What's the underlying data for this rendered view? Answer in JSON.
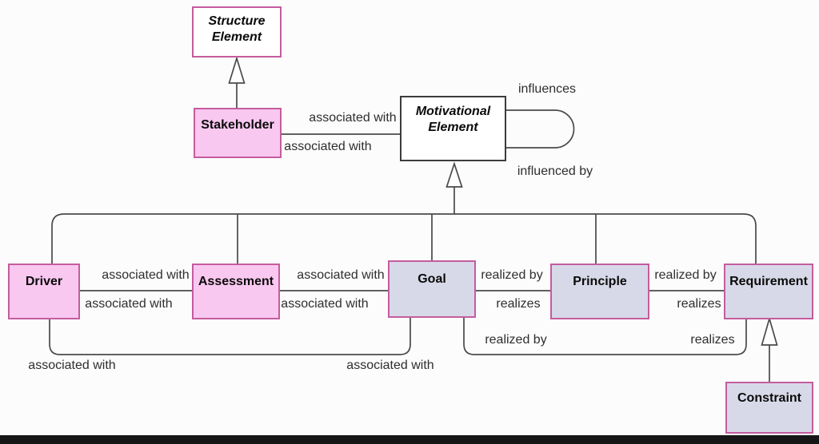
{
  "colors": {
    "pink_fill": "#f9c8f0",
    "pink_border": "#c45c9e",
    "lavender_fill": "#d8d9e8",
    "dark_border": "#3c3c3c",
    "line": "#4a4a4a",
    "label_text": "#2e2e2e",
    "node_text": "#0a0a0a",
    "background": "#fcfcfc",
    "bottom_bar": "#161616"
  },
  "nodes": {
    "structure_element": {
      "label": "Structure\nElement"
    },
    "stakeholder": {
      "label": "Stakeholder"
    },
    "motivational_element": {
      "label": "Motivational\nElement"
    },
    "driver": {
      "label": "Driver"
    },
    "assessment": {
      "label": "Assessment"
    },
    "goal": {
      "label": "Goal"
    },
    "principle": {
      "label": "Principle"
    },
    "requirement": {
      "label": "Requirement"
    },
    "constraint": {
      "label": "Constraint"
    }
  },
  "edge_labels": {
    "stakeholder_me_above": "associated with",
    "stakeholder_me_below": "associated with",
    "me_self_above": "influences",
    "me_self_below": "influenced by",
    "driver_assessment_above": "associated with",
    "driver_assessment_below": "associated with",
    "assessment_goal_above": "associated with",
    "assessment_goal_below": "associated with",
    "goal_principle_above": "realized by",
    "goal_principle_below": "realizes",
    "principle_requirement_above": "realized by",
    "principle_requirement_below": "realizes",
    "driver_goal_left": "associated with",
    "driver_goal_right": "associated with",
    "goal_requirement_left": "realized by",
    "goal_requirement_right": "realizes"
  }
}
